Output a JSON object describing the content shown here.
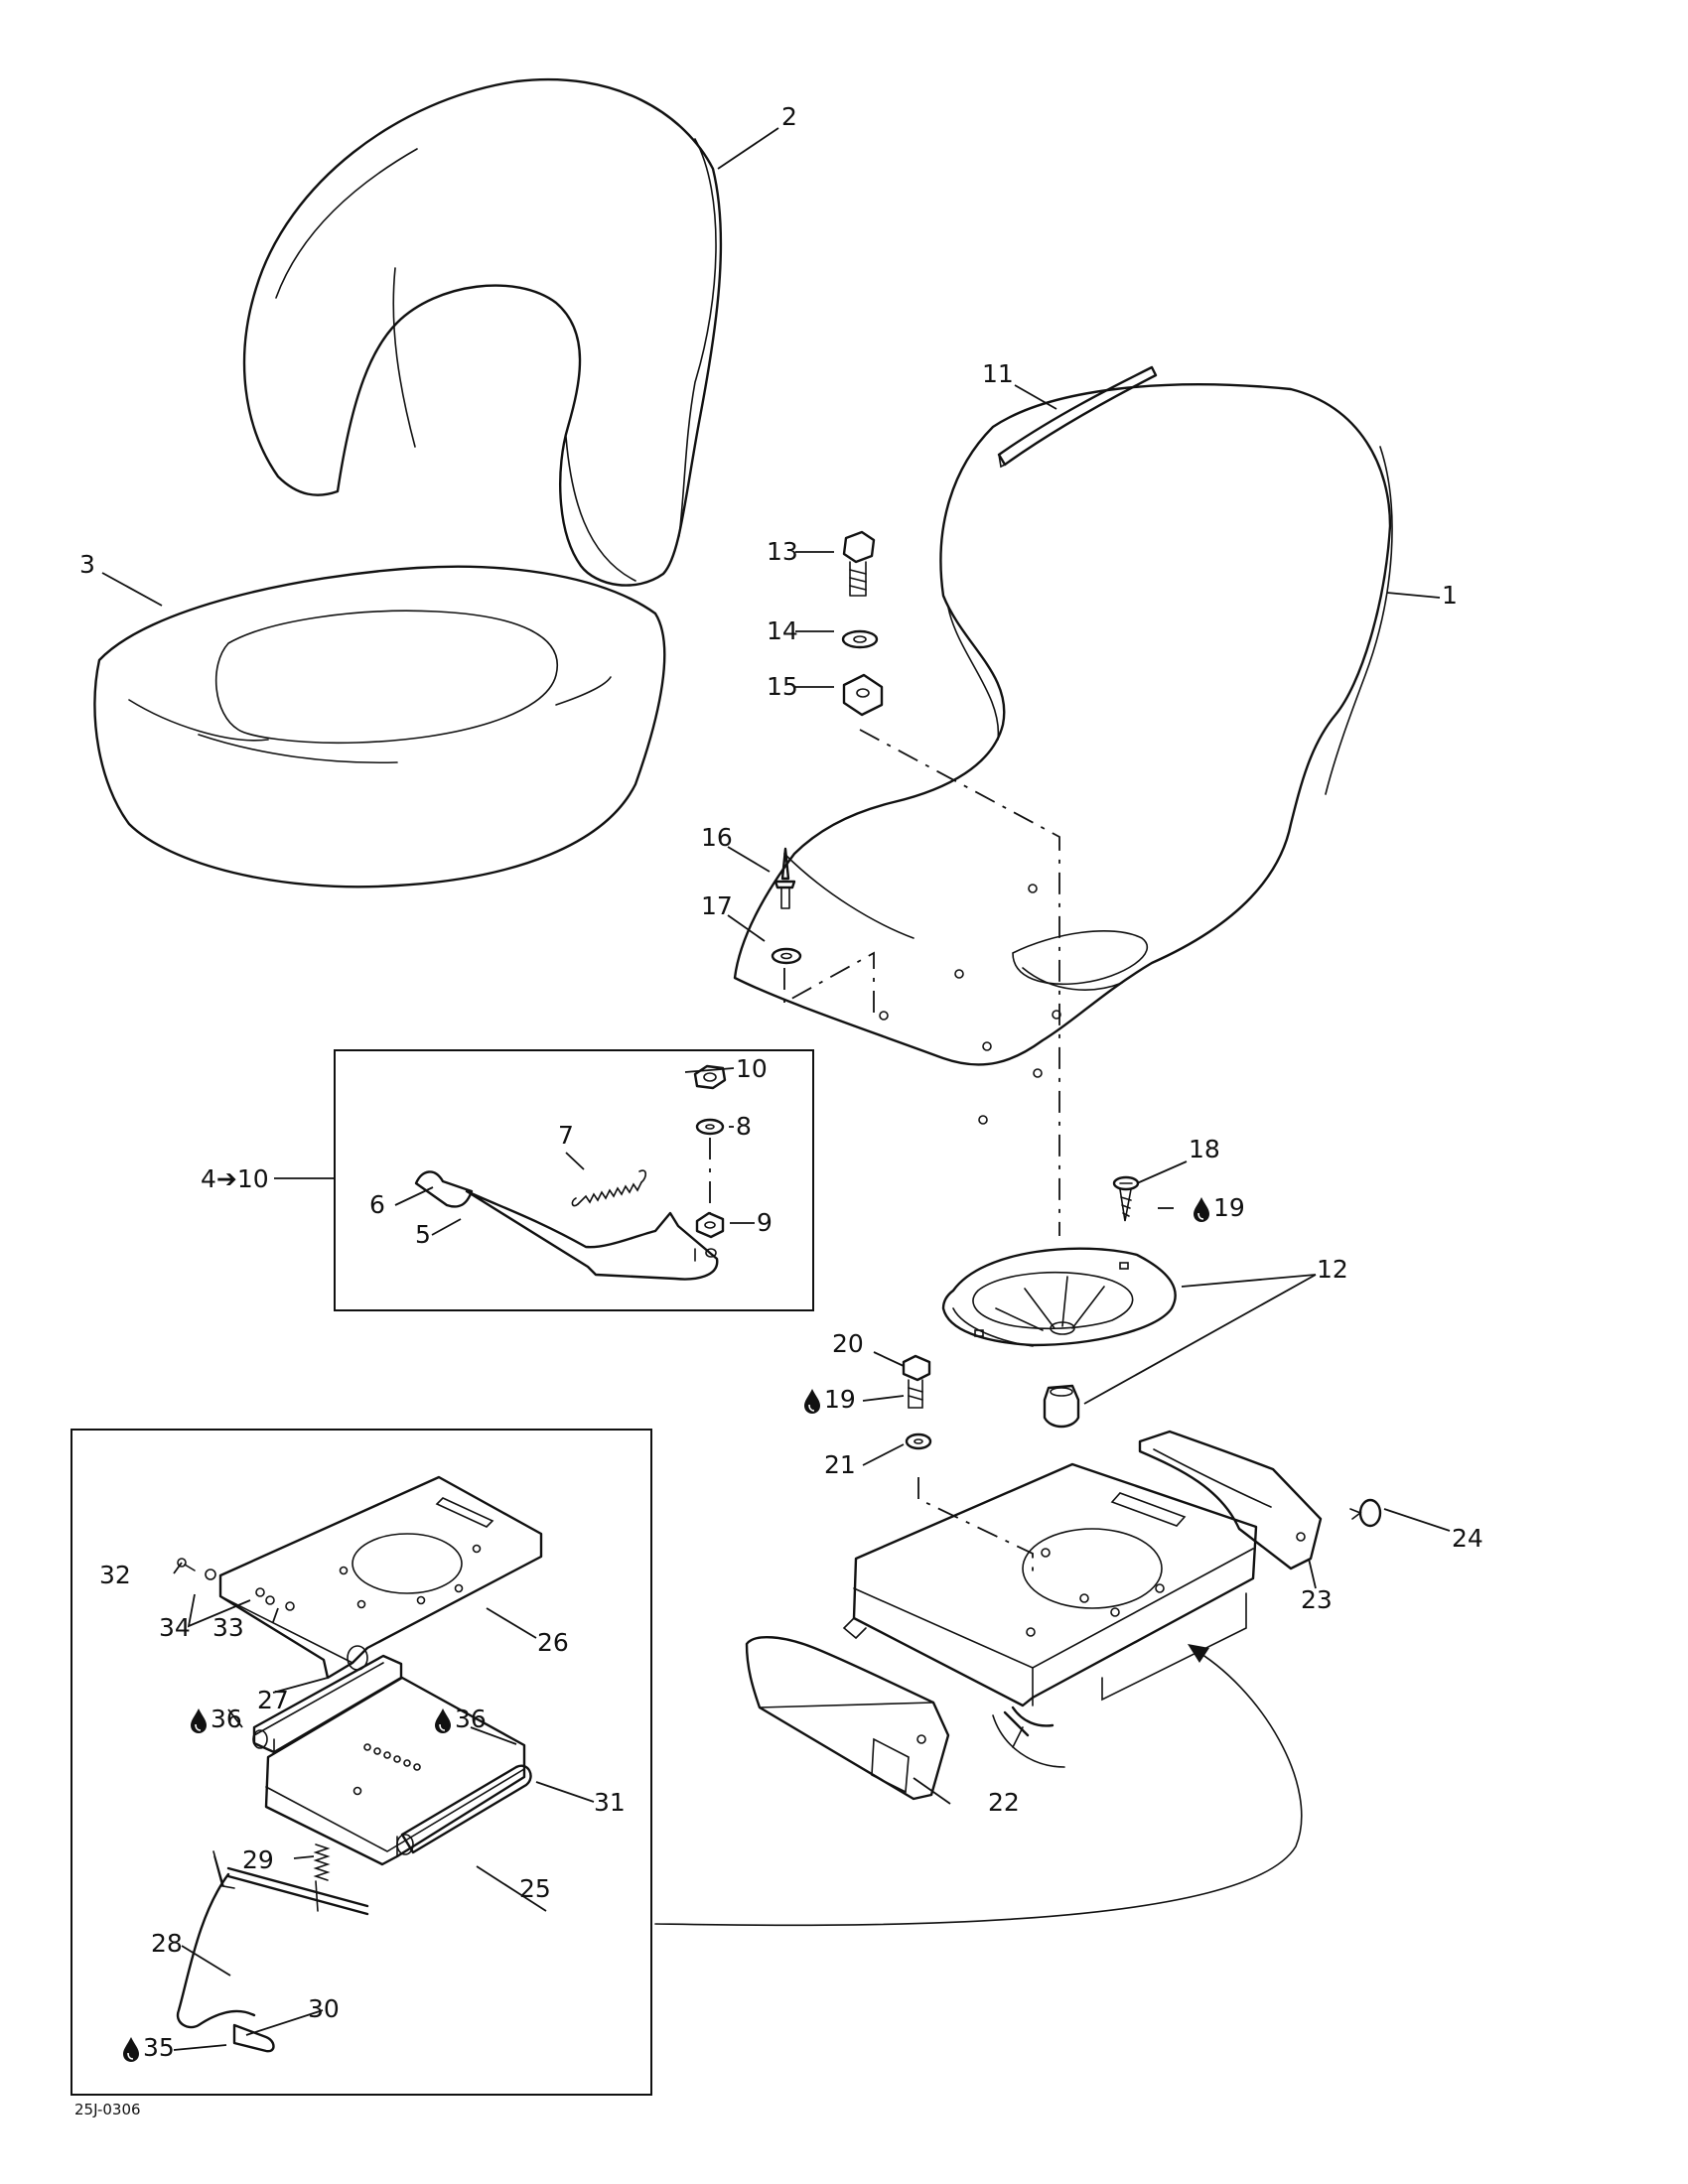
{
  "figure_code": "25J-0306",
  "group_label": "4➔10",
  "grease_symbol": "grease-drop-icon",
  "callouts": [
    {
      "id": "c1",
      "text": "1"
    },
    {
      "id": "c2",
      "text": "2"
    },
    {
      "id": "c3",
      "text": "3"
    },
    {
      "id": "c5",
      "text": "5"
    },
    {
      "id": "c6",
      "text": "6"
    },
    {
      "id": "c7",
      "text": "7"
    },
    {
      "id": "c8",
      "text": "8"
    },
    {
      "id": "c9",
      "text": "9"
    },
    {
      "id": "c10",
      "text": "10"
    },
    {
      "id": "c11",
      "text": "11"
    },
    {
      "id": "c12",
      "text": "12"
    },
    {
      "id": "c13",
      "text": "13"
    },
    {
      "id": "c14",
      "text": "14"
    },
    {
      "id": "c15",
      "text": "15"
    },
    {
      "id": "c16",
      "text": "16"
    },
    {
      "id": "c17",
      "text": "17"
    },
    {
      "id": "c18",
      "text": "18"
    },
    {
      "id": "c19a",
      "text": "19"
    },
    {
      "id": "c19b",
      "text": "19"
    },
    {
      "id": "c20",
      "text": "20"
    },
    {
      "id": "c21",
      "text": "21"
    },
    {
      "id": "c22",
      "text": "22"
    },
    {
      "id": "c23",
      "text": "23"
    },
    {
      "id": "c24",
      "text": "24"
    },
    {
      "id": "c25",
      "text": "25"
    },
    {
      "id": "c26",
      "text": "26"
    },
    {
      "id": "c27",
      "text": "27"
    },
    {
      "id": "c28",
      "text": "28"
    },
    {
      "id": "c29",
      "text": "29"
    },
    {
      "id": "c30",
      "text": "30"
    },
    {
      "id": "c31",
      "text": "31"
    },
    {
      "id": "c32",
      "text": "32"
    },
    {
      "id": "c33",
      "text": "33"
    },
    {
      "id": "c34",
      "text": "34"
    },
    {
      "id": "c35",
      "text": "35"
    },
    {
      "id": "c36a",
      "text": "36"
    },
    {
      "id": "c36b",
      "text": "36"
    }
  ]
}
